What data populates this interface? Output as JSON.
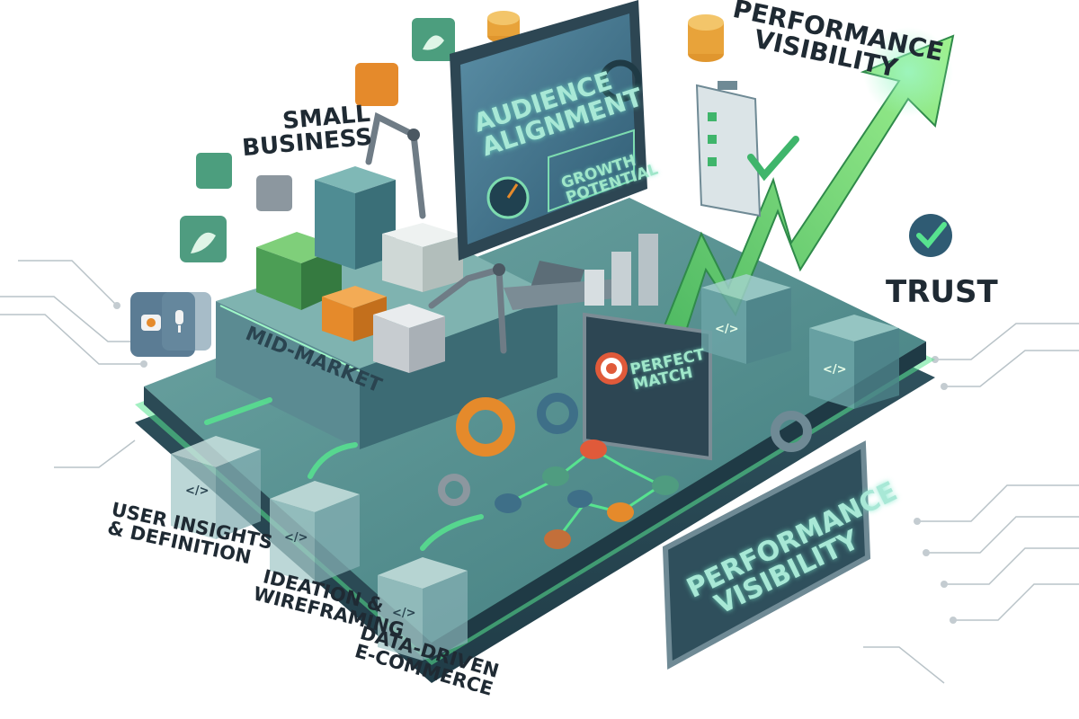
{
  "labels": {
    "small_business": [
      "Small",
      "Business"
    ],
    "mid_market": "Mid-Market",
    "audience_alignment": [
      "Audience",
      "Alignment"
    ],
    "growth_potential": [
      "Growth",
      "Potential"
    ],
    "performance_visibility_top": [
      "Performance",
      "Visibility"
    ],
    "trust": "Trust",
    "perfect_match": [
      "Perfect",
      "Match"
    ],
    "performance_visibility_panel": [
      "Performance",
      "Visibility"
    ],
    "user_insights": [
      "User Insights",
      "& Definition"
    ],
    "ideation": [
      "Ideation &",
      "Wireframing"
    ],
    "data_driven": [
      "Data-Driven",
      "E-Commerce"
    ]
  },
  "code_symbol": "</>",
  "colors": {
    "platform_teal": "#3f7f86",
    "platform_dark": "#2c4f5a",
    "neon_green": "#57e38f",
    "arrow_green": "#5fd36a",
    "gear_orange": "#e58a2b",
    "screen_blue": "#3e6f88",
    "check_green": "#3fb56b"
  },
  "icons": [
    "gear-icon",
    "dollar-coin-icon",
    "checklist-icon",
    "check-badge-icon",
    "target-icon",
    "leaf-icon",
    "camera-icon",
    "microphone-icon",
    "code-icon",
    "user-icon",
    "calendar-icon",
    "growth-arrow-icon",
    "robot-arm-icon",
    "speedometer-icon"
  ]
}
